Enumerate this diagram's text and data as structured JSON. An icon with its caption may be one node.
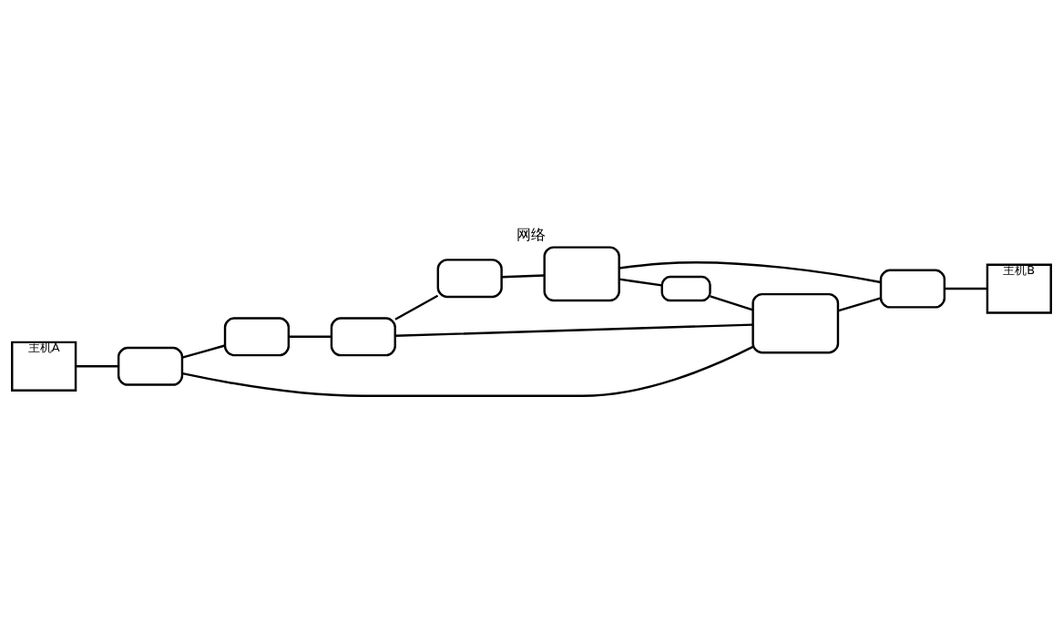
{
  "diagram": {
    "title": "网络",
    "nodes": [
      {
        "text": [
          "主机A"
        ]
      },
      {
        "text": [
          "主机B"
        ]
      },
      {
        "text": [],
        "shape": "box"
      },
      {
        "text": [],
        "shape": "box"
      },
      {
        "text": [],
        "shape": "box"
      },
      {
        "text": [],
        "shape": "box"
      },
      {
        "text": [],
        "shape": "box"
      },
      {
        "text": [],
        "shape": "box"
      },
      {
        "text": [],
        "shape": "box"
      },
      {
        "text": [],
        "shape": "box"
      }
    ],
    "edges": [
      {
        "from": 0,
        "to": 2,
        "arrow": "none"
      },
      {
        "from": 2,
        "to": 3,
        "arrow": "none"
      },
      {
        "from": 2,
        "to": 5,
        "arrow": "none"
      },
      {
        "from": 3,
        "to": 4,
        "arrow": "none"
      },
      {
        "from": 4,
        "to": 6,
        "arrow": "none"
      },
      {
        "from": 4,
        "to": 5,
        "arrow": "none"
      },
      {
        "from": 6,
        "to": 8,
        "arrow": "none"
      },
      {
        "from": 8,
        "to": 7,
        "arrow": "none"
      },
      {
        "from": 7,
        "to": 5,
        "arrow": "none"
      },
      {
        "from": 8,
        "to": 9,
        "arrow": "none"
      },
      {
        "from": 5,
        "to": 9,
        "arrow": "none"
      },
      {
        "from": 9,
        "to": 1,
        "arrow": "none"
      }
    ]
  }
}
